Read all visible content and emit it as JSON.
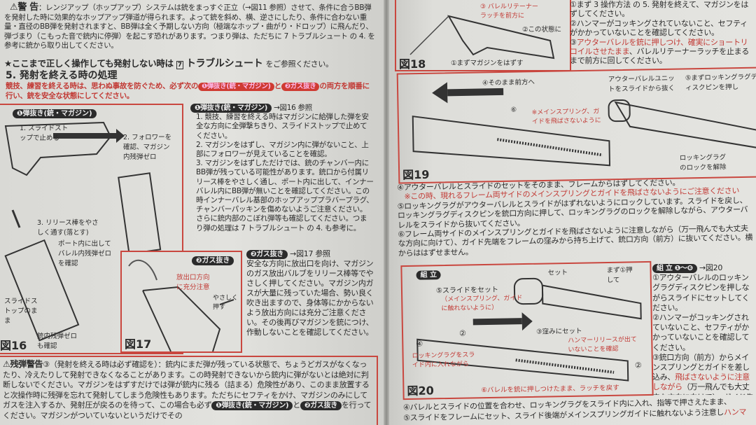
{
  "left_page": {
    "warning": {
      "label": "⚠警 告",
      "text": "：レンジアップ（ホップアップ）システムは銃をまっすぐ正立（→図11 参照）させて、条件に合うBB弾を発射した時に効果的なホップアップ弾道が得られます。よって銃を斜め、横、逆さにしたり、条件に合わない重量・直径のBB弾を発射されますと、BB弾は全く予期しない方向（極端なホップ・曲がり・ドロップ）に飛んだり、弾づまり（こもった音で銃内に停弾）を起こす恐れがあります。つまり弾は、ただちに 7 トラブルシュート の 4. を参考に銃から取り出してください。"
    },
    "star_note": {
      "before": "★ここまで正しく操作しても発射しない時は",
      "badge": "7",
      "link": "トラブルシュート",
      "after": "をご参照ください。"
    },
    "section_title": "5. 発射を終える時の処理",
    "intro": {
      "before": "競技、練習を終える時は、思わぬ事故を防ぐため、必ず次の",
      "pill1": "❶弾抜き(銃・マガジン)",
      "mid": "と",
      "pill2": "❷ガス抜き",
      "after": "の両方を順番に行い、銃を安全な状態にしてください。"
    },
    "fig16": {
      "pill": "❶弾抜き(銃・マガジン)",
      "label": "図16",
      "callouts": [
        "1. スライドストップで止める",
        "2. フォロワーを確認、マガジン内残弾ゼロ",
        "3. リリース棒をやさしく通す(落とす)",
        "ポート内に出してバレル内残弾ゼロを確認",
        "スライドストップのまま",
        "銃内残弾ゼロも確認"
      ]
    },
    "unload": {
      "pill": "❶弾抜き(銃・マガジン)",
      "ref": "→図16 参照",
      "steps": [
        "1. 競技、練習を終える時はマガジンに給弾した弾を安全な方向に全弾撃ちきり、スライドストップで止めてください。",
        "2. マガジンをはずし、マガジン内に弾がないこと、上部にフォロワーが見えていることを確認。",
        "3. マガジンをはずしただけでは、銃のチャンバー内にBB弾が残っている可能性があります。銃口から付属リリース棒をやさしく通し、ポート内に出して、インナーバレル内にBB弾が無いことを確認してください。この時インナーバレル基部のホップアッププラバープラグ、チャンバーパッキンを傷めないようご注意ください。さらに銃内部のこぼれ弾等も確認してください。つまり弾の処理は 7 トラブルシュート の 4. も参考に。"
      ]
    },
    "fig17": {
      "pill": "❷ガス抜き",
      "label": "図17",
      "callouts": [
        "放出口方向に充分注意",
        "やさしく押す"
      ]
    },
    "degas": {
      "pill": "❷ガス抜き",
      "ref": "→図17 参照",
      "text": "安全な方向に放出口を向け、マガジンのガス放出バルブをリリース棒等でやさしく押してください。マガジン内ガスが大量に残っていた場合、勢い良く吹き出ますので、身体等にかからないよう放出方向には充分ご注意ください。その後再びマガジンを銃につけ、作動しないことを確認してください。"
    },
    "residual_warning": {
      "label": "⚠残弾警告",
      "text": "③（発射を終える時は必ず確認を）：銃内にまだ弾が残っている状態で、ちょうどガスがなくなったり、冷えたりして発射できなくなることがあります。この時発射できないから銃内に弾がないとは絶対に判断しないでください。マガジンをはずすだけでは弾が銃内に残る（詰まる）危険性があり、このまま放置すると次操作時に残弾を忘れて発射してしまう危険性もあります。ただちにセフティをかけ、マガジンのみにしてガスを注入するか、発射圧が戻るのを待って、この場合も必ず",
      "pill1": "❶弾抜き(銃・マガジン)",
      "mid": "と",
      "pill2": "❷ガス抜き",
      "after": "を行ってください。マガジンがついていないというだけでその"
    }
  },
  "right_page": {
    "fig18": {
      "label": "図18",
      "callouts": [
        "③ バレルリテーナーラッチを前方に",
        "②この状態に",
        "①まずマガジンをはずす"
      ]
    },
    "disassembly_top": [
      {
        "num": "①",
        "text": "まず 3 操作方法 の 5. 発射を終えて、マガジンをはずしてください。",
        "red": ""
      },
      {
        "num": "②",
        "text": "ハンマーがコッキングされていないこと、セフティがかかっていないことを確認してください。",
        "red": ""
      },
      {
        "num": "③",
        "red": "アウターバレルを銃に押しつけ、確実にショートリコイルさせたまま",
        "text": "、バレルリテーナーラッチを止まるまで前方に回してください。"
      }
    ],
    "fig19": {
      "label": "図19",
      "callouts": [
        "④そのまま前方へ",
        "⑥",
        "※メインスプリング、ガイドを飛ばさないように",
        "アウターバレルユニットをスライドから抜く",
        "⑤まずロッキングラグディスクピンを押し",
        "ロッキングラグのロックを解除"
      ]
    },
    "steps_mid": [
      {
        "num": "④",
        "text": "アウターバレルとスライドのセットをそのまま、フレームからはずしてください。",
        "red": ""
      },
      {
        "num": "",
        "red": "※この時、現れるフレーム両サイドのメインスプリングとガイドを飛ばさないようにご注意ください",
        "text": ""
      },
      {
        "num": "⑤",
        "text": "ロッキングラグがアウターバレルとスライドがはずれないようにロックしています。スライドを戻し、ロッキングラグディスクピンを銃口方向に押して、ロッキングラグのロックを解除しながら、アウターバレルをスライドから抜いてください。",
        "red": ""
      },
      {
        "num": "⑥",
        "text": "フレーム両サイドのメインスプリングとガイドを飛ばさないように注意しながら（万一飛んでも大丈夫な方向に向けて）、ガイド先端をフレームの窪みから持ち上げて、銃口方向（前方）に抜いてください。横からははずせません。",
        "red": ""
      }
    ],
    "fig20": {
      "pill": "組 立",
      "label": "図20",
      "callouts": [
        "セット",
        "まず①押して",
        "⑤スライドをセット",
        "（メインスプリング、ガイドに触れないように）",
        "③窪みにセット",
        "ハンマーリリースが出ていないことを確認",
        "②",
        "④",
        "ロッキングラグをスライド内に入れながら",
        "⑥バレルを銃に押しつけたまま、ラッチを戻す",
        "②"
      ]
    },
    "assembly": {
      "pill": "組 立 ❶〜❻",
      "ref": "→図20",
      "steps": [
        {
          "num": "①",
          "text": "アウターバレルのロッキングラグディスクピンを押しながらスライドにセットしてください。",
          "red": ""
        },
        {
          "num": "②",
          "text": "ハンマーがコッキングされていないこと、セフティがかかっていないことを確認してください。",
          "red": ""
        },
        {
          "num": "③",
          "text": "銃口方向（前方）からメインスプリングとガイドを差し込み、",
          "red": "飛ばさないように注意しながら",
          "after": "（万一飛んでも大丈夫な方向に向けて）、ガイド先端をフレームの窪みに合わせてください。"
        }
      ]
    },
    "steps_bottom": [
      {
        "num": "④",
        "text": "バレルとスライドの位置を合わせ、ロッキングラグをスライド内に入れ、指等で押さえたまま、"
      },
      {
        "num": "⑤",
        "text": "スライドをフレームにセット、スライド後端がメインスプリングガイドに触れないよう注意し",
        "red": "ハンマ"
      }
    ]
  },
  "colors": {
    "accent_red": "#c9473f",
    "text": "#2a2a2a",
    "paper": "#dededa"
  }
}
